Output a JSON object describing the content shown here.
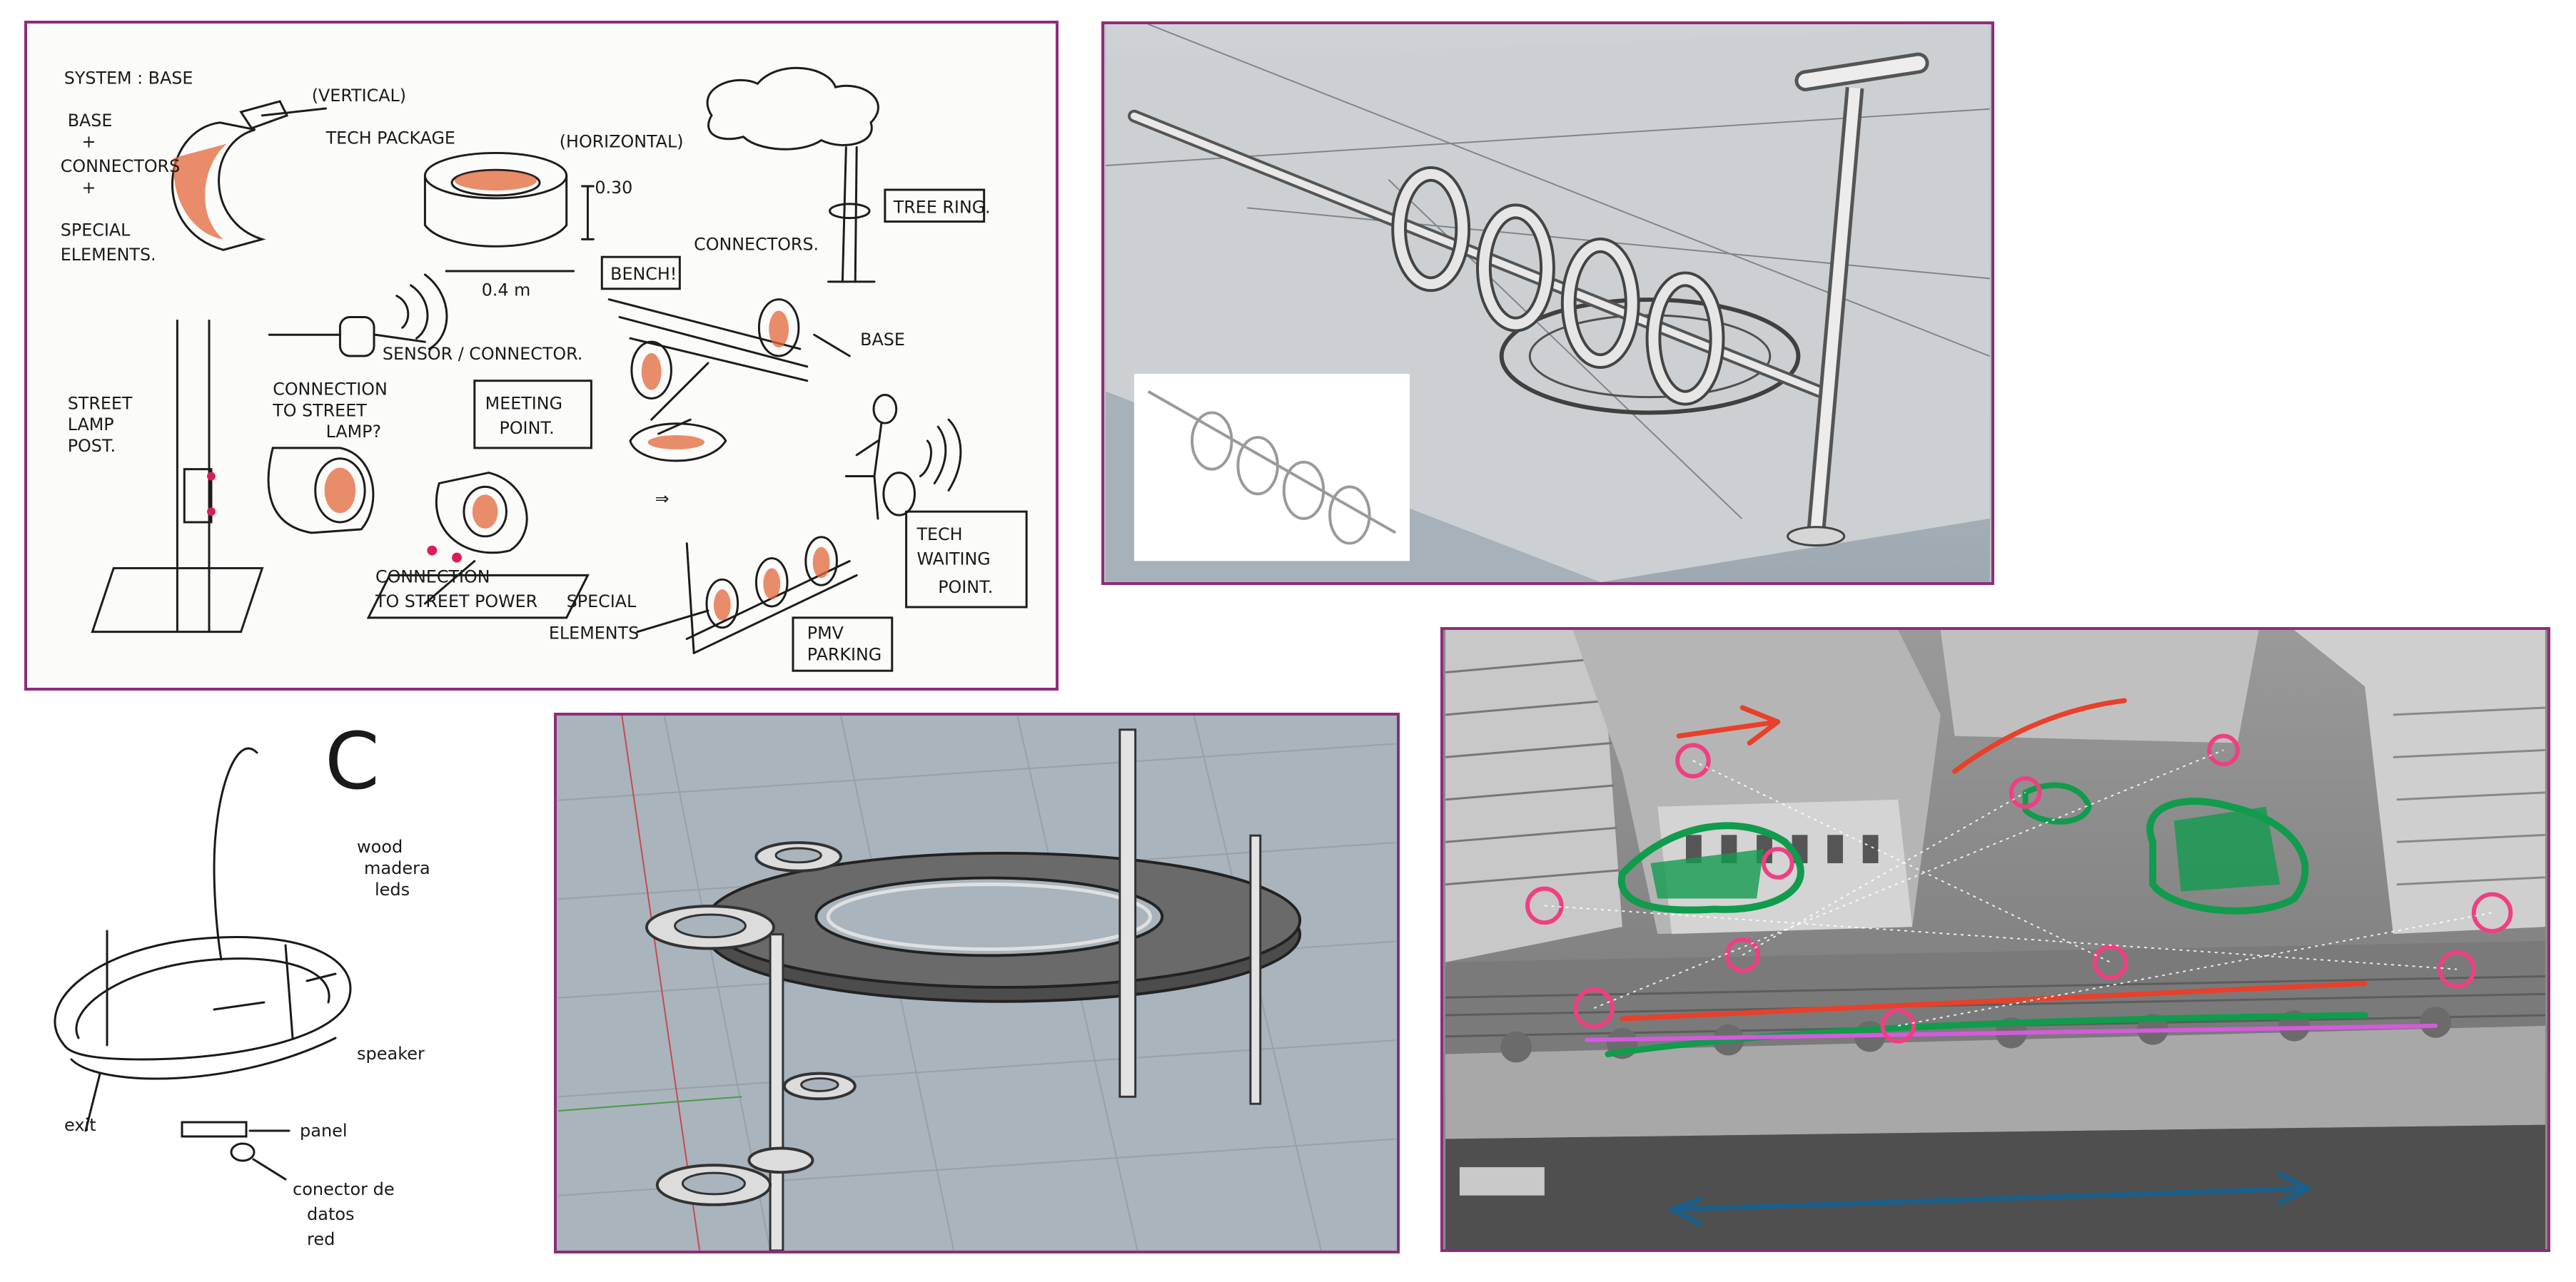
{
  "colors": {
    "frame": "#8e2d7a",
    "sketch_orange": "#e2673a",
    "map_green": "#119b4d",
    "map_red": "#e8402a",
    "map_pink": "#ef3f82",
    "map_magenta": "#d45bdc",
    "map_blue": "#1c5f8a",
    "render_gray": "#a9b4bd"
  },
  "concept_sheet": {
    "system_label": "SYSTEM : BASE",
    "system_parts": [
      "BASE",
      "+",
      "CONNECTORS",
      "+",
      "SPECIAL",
      "ELEMENTS."
    ],
    "vertical": "(VERTICAL)",
    "tech_package": "TECH PACKAGE",
    "horizontal": "(HORIZONTAL)",
    "dim_height": "0.30",
    "dim_width": "0.4 m",
    "tree_ring": "TREE RING.",
    "bench": "BENCH!",
    "connectors": "CONNECTORS.",
    "base": "BASE",
    "sensor": "SENSOR / CONNECTOR.",
    "street_lamp_post": [
      "STREET",
      "LAMP",
      "POST."
    ],
    "connection_lamp": [
      "CONNECTION",
      "TO STREET",
      "LAMP?"
    ],
    "meeting_point": [
      "MEETING",
      "POINT."
    ],
    "tech_waiting_point": [
      "TECH",
      "WAITING",
      "POINT."
    ],
    "connection_power": [
      "CONNECTION",
      "TO STREET POWER"
    ],
    "special_elements": [
      "SPECIAL",
      "ELEMENTS"
    ],
    "pmv_parking": [
      "PMV",
      "PARKING"
    ],
    "arrow_mark": "⇒"
  },
  "loose_sketch": {
    "letter": "C",
    "notes": [
      "wood",
      "madera",
      "leds",
      "speaker",
      "exit",
      "panel",
      "conector de",
      "datos",
      "red"
    ]
  }
}
